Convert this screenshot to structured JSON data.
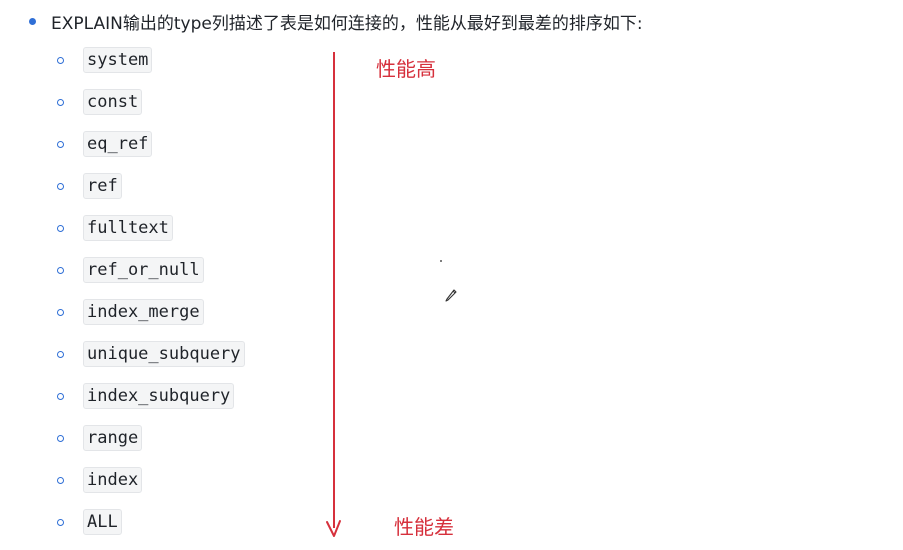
{
  "intro": {
    "text": "EXPLAIN输出的type列描述了表是如何连接的，性能从最好到最差的排序如下:"
  },
  "types": [
    "system",
    "const",
    "eq_ref",
    "ref",
    "fulltext",
    "ref_or_null",
    "index_merge",
    "unique_subquery",
    "index_subquery",
    "range",
    "index",
    "ALL"
  ],
  "annotations": {
    "top_label": "性能高",
    "bottom_label": "性能差"
  },
  "colors": {
    "annotation": "#d6303c",
    "bullet": "#2f6fd6"
  },
  "icons": {
    "edit": "pencil-icon"
  }
}
